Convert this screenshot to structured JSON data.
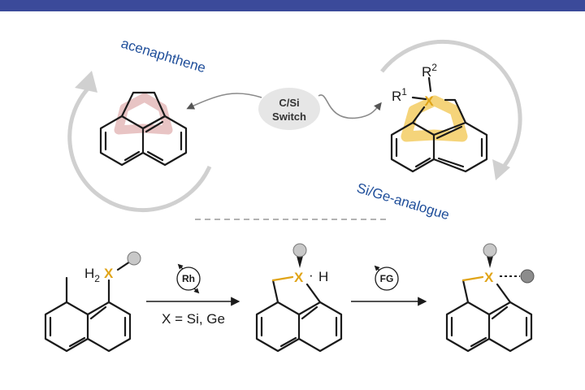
{
  "colors": {
    "bar": "#3b4a9a",
    "heteroatom": "#e0a418",
    "label_blue": "#1f4e9a",
    "cycle_grey": "#d0d0d0",
    "highlight_pink": "#e8c4c4",
    "highlight_yellow": "#f5d47a",
    "grey_ball": "#c8c8c8",
    "dark_ball": "#8c8c8c"
  },
  "top": {
    "left_label": "acenaphthene",
    "right_label": "Si/Ge-analogue",
    "switch_line1": "C/Si",
    "switch_line2": "Switch",
    "right_atom": "X",
    "sub1": "R",
    "sub1_index": "1",
    "sub2": "R",
    "sub2_index": "2"
  },
  "bottom": {
    "reactant_h2": "H",
    "reactant_h2_index": "2",
    "reactant_atom": "X",
    "catalyst1": "Rh",
    "condition": "X = Si, Ge",
    "intermediate_atom": "X",
    "intermediate_h": "H",
    "catalyst2": "FG",
    "product_atom": "X"
  }
}
